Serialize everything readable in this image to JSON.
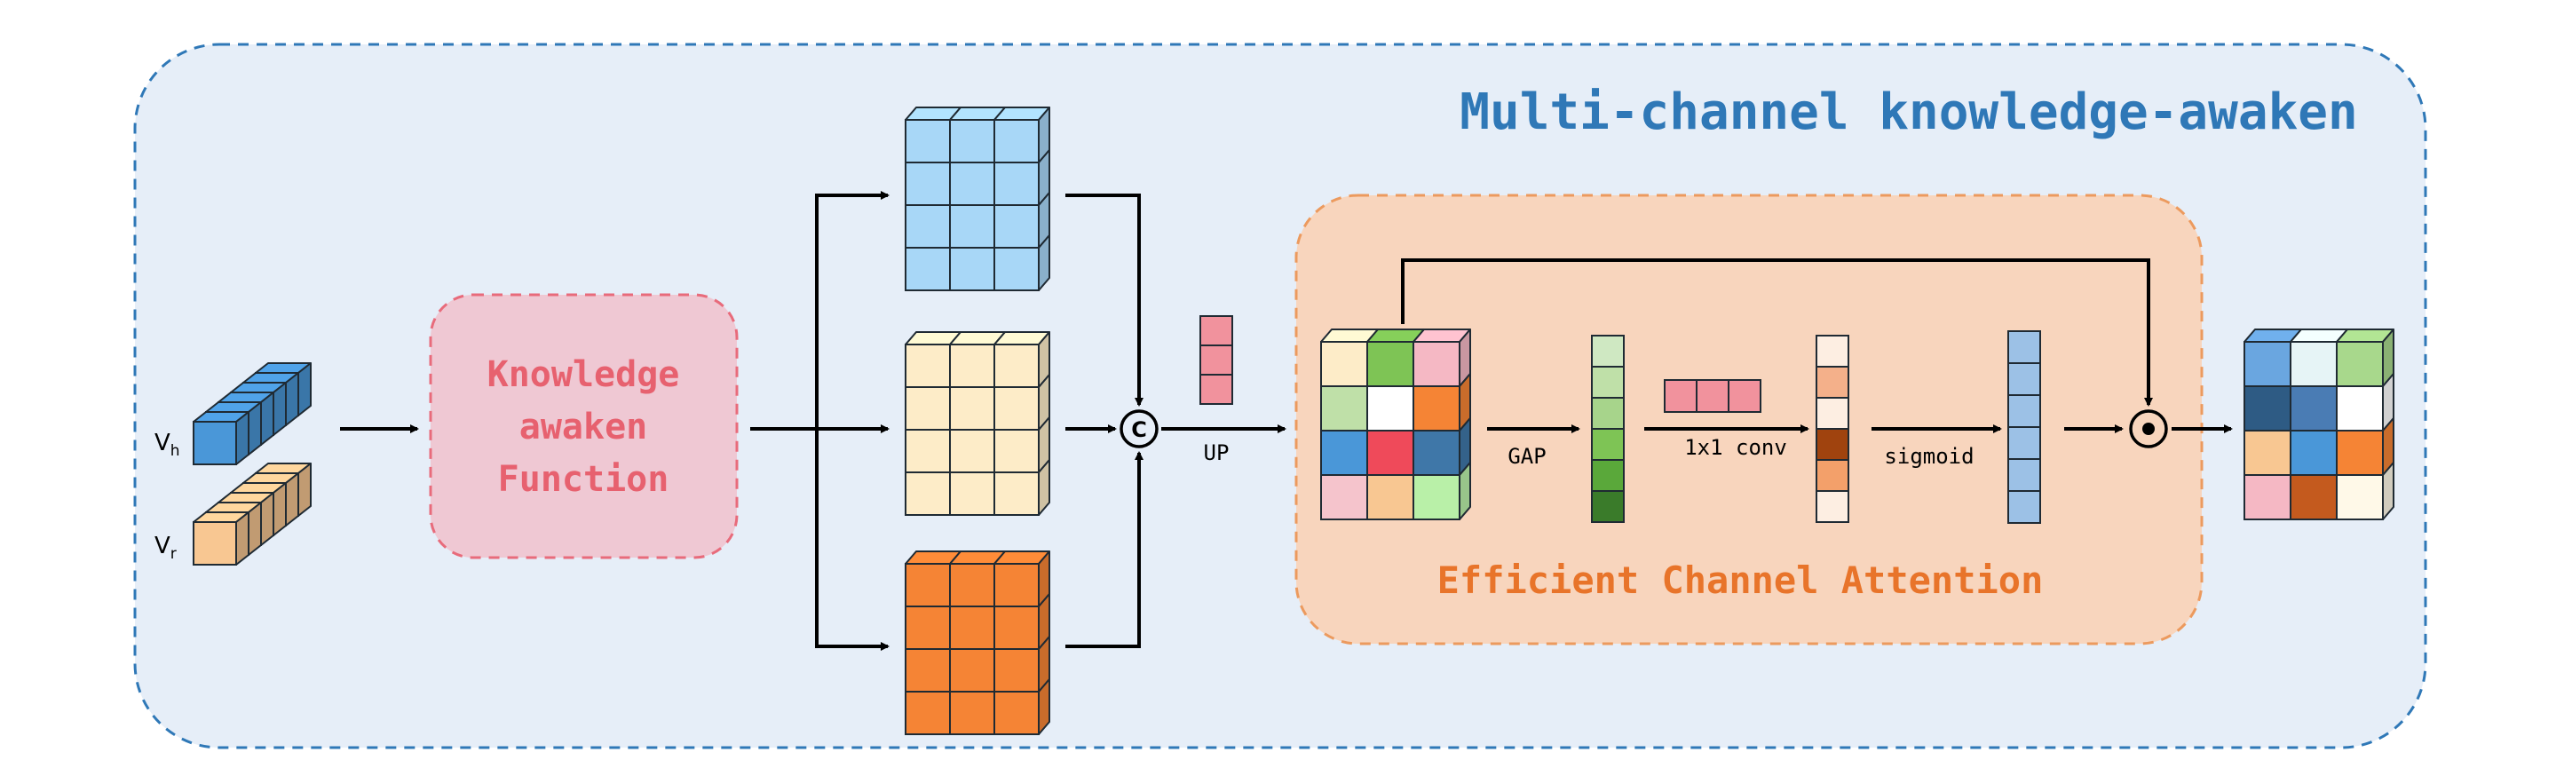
{
  "title": "Multi-channel knowledge-awaken",
  "inputs": {
    "vh_base": "V",
    "vh_sub": "h",
    "vr_base": "V",
    "vr_sub": "r"
  },
  "kaf": {
    "line1": "Knowledge",
    "line2": "awaken",
    "line3": "Function"
  },
  "concat_symbol": "C",
  "up_label": "UP",
  "eca": {
    "title": "Efficient Channel Attention",
    "gap_label": "GAP",
    "conv_label": "1x1 conv",
    "sigmoid_label": "sigmoid",
    "multiply_symbol": "⊙"
  },
  "colors": {
    "outer_bg": "#e6eef8",
    "outer_border": "#2f78b7",
    "title": "#2f78b7",
    "kaf_bg": "#efc8d3",
    "kaf_border": "#e86b7b",
    "kaf_text": "#e7616f",
    "eca_bg": "#f8d5bd",
    "eca_border": "#ec9a5e",
    "eca_text": "#e8742a",
    "blue": "#a8d7f7",
    "cream": "#fdecc8",
    "orange": "#f58435",
    "pink": "#f1929d",
    "bar_blue": "#9cc1e6"
  }
}
